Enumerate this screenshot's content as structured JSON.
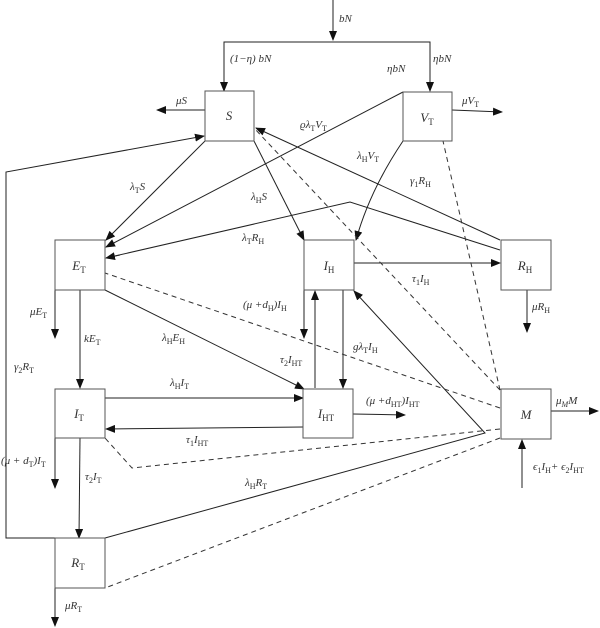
{
  "diagram": {
    "type": "compartmental-model-flow",
    "nodes": [
      {
        "id": "S",
        "label": "S"
      },
      {
        "id": "VT",
        "label": "V_T"
      },
      {
        "id": "ET",
        "label": "E_T"
      },
      {
        "id": "IH",
        "label": "I_H"
      },
      {
        "id": "RH",
        "label": "R_H"
      },
      {
        "id": "IT",
        "label": "I_T"
      },
      {
        "id": "IHT",
        "label": "I_HT"
      },
      {
        "id": "M",
        "label": "M"
      },
      {
        "id": "RT",
        "label": "R_T"
      }
    ],
    "edges": [
      {
        "id": "inflow",
        "from": "source",
        "to": "split",
        "label": "bN"
      },
      {
        "id": "to-S",
        "from": "split",
        "to": "S",
        "label": "(1−η) bN"
      },
      {
        "id": "to-VT",
        "from": "split",
        "to": "VT",
        "label": "ηbN"
      },
      {
        "id": "mu-S",
        "from": "S",
        "to": "out",
        "label": "μS"
      },
      {
        "id": "mu-VT",
        "from": "VT",
        "to": "out",
        "label": "μV_T"
      },
      {
        "id": "S-ET",
        "from": "S",
        "to": "ET",
        "label": "λ_T S"
      },
      {
        "id": "S-IH",
        "from": "S",
        "to": "IH",
        "label": "λ_H S"
      },
      {
        "id": "VT-ET",
        "from": "VT",
        "to": "ET",
        "label": "ϱλ_T V_T"
      },
      {
        "id": "VT-IH",
        "from": "VT",
        "to": "IH",
        "label": "λ_H V_T"
      },
      {
        "id": "RH-S",
        "from": "RH",
        "to": "S",
        "label": "γ_1 R_H"
      },
      {
        "id": "RH-ET",
        "from": "RH",
        "to": "ET",
        "label": "λ_T R_H"
      },
      {
        "id": "IH-RH",
        "from": "IH",
        "to": "RH",
        "label": "τ_1 I_H"
      },
      {
        "id": "mu-RH",
        "from": "RH",
        "to": "out",
        "label": "μR_H"
      },
      {
        "id": "mu-ET",
        "from": "ET",
        "to": "out",
        "label": "μE_T"
      },
      {
        "id": "ET-IT",
        "from": "ET",
        "to": "IT",
        "label": "kE_T"
      },
      {
        "id": "ET-IHT",
        "from": "ET",
        "to": "IHT",
        "label": "λ_H E_H"
      },
      {
        "id": "IH-out",
        "from": "IH",
        "to": "out",
        "label": "(μ +d_H)I_H"
      },
      {
        "id": "IHT-IH",
        "from": "IHT",
        "to": "IH",
        "label": "τ_2 I_HT"
      },
      {
        "id": "IH-IHT",
        "from": "IH",
        "to": "IHT",
        "label": "gλ_T I_H"
      },
      {
        "id": "IT-IHT",
        "from": "IT",
        "to": "IHT",
        "label": "λ_H I_T"
      },
      {
        "id": "IHT-IT",
        "from": "IHT",
        "to": "IT",
        "label": "τ_1 I_HT"
      },
      {
        "id": "IHT-out",
        "from": "IHT",
        "to": "out",
        "label": "(μ +d_HT)I_HT"
      },
      {
        "id": "IT-out",
        "from": "IT",
        "to": "out",
        "label": "(μ + d_T)I_T"
      },
      {
        "id": "IT-RT",
        "from": "IT",
        "to": "RT",
        "label": "τ_2 I_T"
      },
      {
        "id": "RT-S",
        "from": "RT",
        "to": "S",
        "label": "γ_2 R_T"
      },
      {
        "id": "RT-IH",
        "from": "RT",
        "to": "IH",
        "label": "λ_H R_T"
      },
      {
        "id": "mu-RT",
        "from": "RT",
        "to": "out",
        "label": "μR_T"
      },
      {
        "id": "mu-M",
        "from": "M",
        "to": "out",
        "label": "μ_M M"
      },
      {
        "id": "in-M",
        "from": "source",
        "to": "M",
        "label": "ϵ_1 I_H+ ϵ_2 I_HT"
      }
    ],
    "dashed_links": [
      "M-S",
      "M-VT",
      "M-ET",
      "M-IT",
      "M-RT"
    ]
  },
  "labels": {
    "bN": "bN",
    "oneMinusEta_bN": "(1−η) bN",
    "eta_bN_left": "ηbN",
    "eta_bN_right": "ηbN",
    "muS": "μS",
    "muVT": "μV",
    "rho_lT_VT": "ϱλ",
    "lT_S": "λ",
    "lH_S": "λ",
    "lH_VT": "λ",
    "g1_RH": "γ",
    "lT_RH": "λ",
    "t1_IH": "τ",
    "muRH": "μR",
    "muET": "μE",
    "kET": "kE",
    "lH_EH": "λ",
    "muDH_IH": "(μ +d",
    "t2_IHT": "τ",
    "g_lT_IH": "gλ",
    "lH_IT": "λ",
    "t1_IHT": "τ",
    "muDHT_IHT": "(μ +d",
    "muDT_IT": "(μ + d",
    "t2_IT": "τ",
    "g2_RT": "γ",
    "lH_RT": "λ",
    "muRT": "μR",
    "muM": "μ",
    "eps": "ϵ"
  }
}
